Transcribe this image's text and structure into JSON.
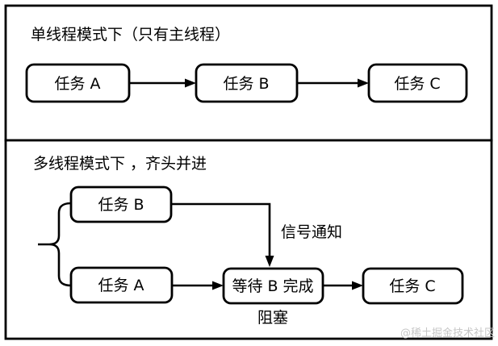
{
  "page": {
    "background": "#ffffff",
    "line_color": "#000000",
    "box_fill": "#ffffff",
    "watermark_text": "@稀土掘金技术社区",
    "watermark_color": "#c6c6c6"
  },
  "single_thread_section": {
    "title": "单线程模式下（只有主线程）",
    "tasks": [
      "任务 A",
      "任务 B",
      "任务 C"
    ]
  },
  "multi_thread_section": {
    "title": "多线程模式下 ，齐头并进",
    "task_b": "任务 B",
    "task_a": "任务 A",
    "wait_box": "等待 B 完成",
    "task_c": "任务 C",
    "signal_label": "信号通知",
    "block_label": "阻塞"
  }
}
